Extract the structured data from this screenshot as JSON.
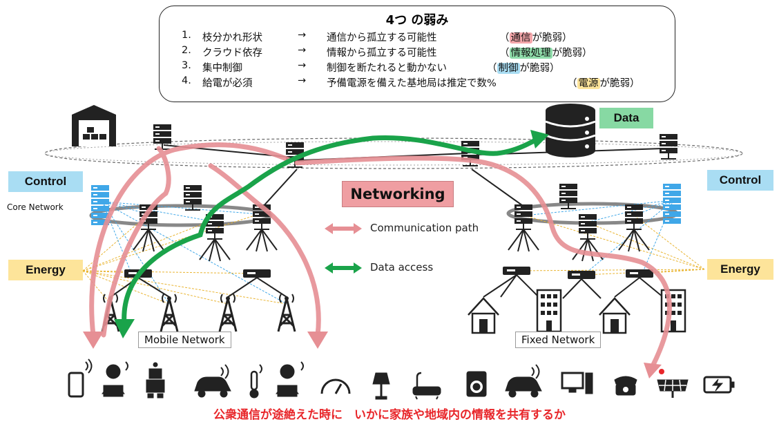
{
  "weaknesses": {
    "title": "4つ の弱み",
    "items": [
      {
        "num": "1.",
        "name": "枝分かれ形状",
        "arrow": "→",
        "desc": "通信から孤立する可能性",
        "note_open": "（",
        "note_hl": "通信",
        "note_close": "が脆弱）",
        "hl_color": "#f4a6aa"
      },
      {
        "num": "2.",
        "name": "クラウド依存",
        "arrow": "→",
        "desc": "情報から孤立する可能性",
        "note_open": "（",
        "note_hl": "情報処理",
        "note_close": "が脆弱）",
        "hl_color": "#8fdcaa"
      },
      {
        "num": "3.",
        "name": "集中制御",
        "arrow": "→",
        "desc": "制御を断たれると動かない",
        "note_open": "（",
        "note_hl": "制御",
        "note_close": "が脆弱）",
        "hl_color": "#a9ddf3"
      },
      {
        "num": "4.",
        "name": "給電が必須",
        "arrow": "→",
        "desc": "予備電源を備えた基地局は推定で数%",
        "note_open": "（",
        "note_hl": "電源",
        "note_close": "が脆弱）",
        "hl_color": "#fde49a"
      }
    ]
  },
  "labels": {
    "data": "Data",
    "control_left": "Control",
    "control_right": "Control",
    "core_network": "Core Network",
    "energy_left": "Energy",
    "energy_right": "Energy",
    "networking": "Networking",
    "mobile_network": "Mobile Network",
    "fixed_network": "Fixed Network"
  },
  "legend": {
    "communication": "Communication path",
    "data_access": "Data access",
    "communication_color": "#e68f94",
    "data_color": "#1aa34a"
  },
  "footer": "公衆通信が途絶えた時に　いかに家族や地域内の情報を共有するか",
  "icons": [
    "warehouse-icon",
    "server-icon",
    "database-icon",
    "cell-tower-icon",
    "house-icon",
    "building-icon",
    "phone-icon",
    "person-laptop-icon",
    "robot-icon",
    "car-icon",
    "thermometer-icon",
    "gauge-icon",
    "lamp-icon",
    "bathtub-icon",
    "washing-machine-icon",
    "desktop-icon",
    "telephone-icon",
    "solar-panel-icon",
    "battery-icon"
  ]
}
